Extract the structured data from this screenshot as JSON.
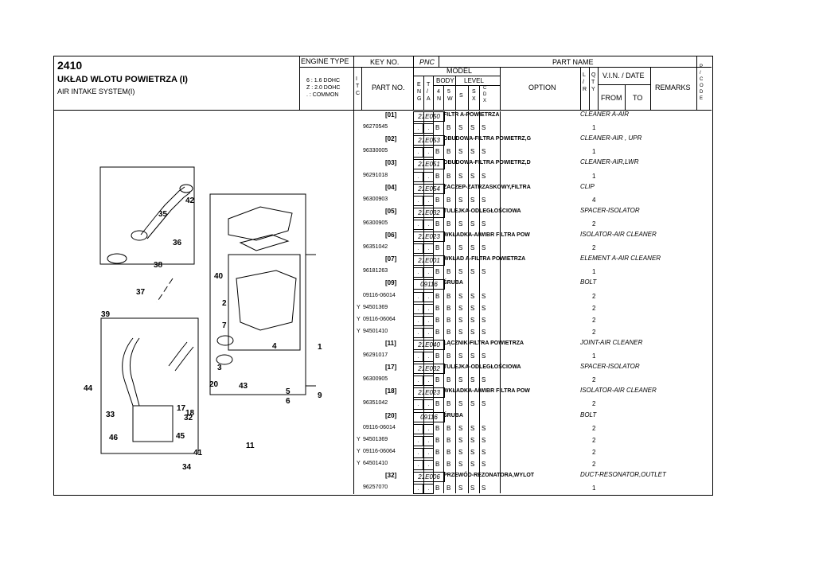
{
  "header": {
    "code": "2410",
    "title_pl": "UKŁAD WLOTU POWIETRZA (I)",
    "title_en": "AIR INTAKE SYSTEM(I)",
    "engine_type_label": "ENGINE TYPE",
    "engine_lines": [
      "6 : 1.6 DOHC",
      "Z : 2.0 DOHC",
      ". : COMMON"
    ]
  },
  "table_header": {
    "key_no": "KEY NO.",
    "pnc": "PNC",
    "part_name": "PART NAME",
    "itc": "I T C",
    "part_no": "PART NO.",
    "model": "MODEL",
    "eng": "E N G",
    "ta": "T / A",
    "body": "BODY",
    "level": "LEVEL",
    "b4n": "4 N",
    "b5w": "5 W",
    "s": "S",
    "sx": "S X",
    "cdx": "C D X",
    "option": "OPTION",
    "lr": "L / R",
    "qty": "Q T Y",
    "vin_date": "V.I.N. / DATE",
    "from": "FROM",
    "to": "TO",
    "remarks": "REMARKS",
    "pcode": "P / C O D E"
  },
  "parts": [
    {
      "key": "[01]",
      "pnc": "21E050",
      "name": "FILTR A-POWIETRZA",
      "en": "CLEANER A-AIR",
      "rows": [
        {
          "itc": "",
          "partno": "96270545",
          "eng": ".",
          "ta": ".",
          "b4": "B",
          "b5": "B",
          "s": "S",
          "sx": "S",
          "cdx": "S",
          "qty": "1"
        }
      ]
    },
    {
      "key": "[02]",
      "pnc": "21E053",
      "name": "OBUDOWA-FILTRA POWIETRZ,G",
      "en": "CLEANER-AIR , UPR",
      "rows": [
        {
          "itc": "",
          "partno": "96330005",
          "eng": ".",
          "ta": ".",
          "b4": "B",
          "b5": "B",
          "s": "S",
          "sx": "S",
          "cdx": "S",
          "qty": "1"
        }
      ]
    },
    {
      "key": "[03]",
      "pnc": "21E051",
      "name": "OBUDOWA-FILTRA POWIETRZ,D",
      "en": "CLEANER-AIR,LWR",
      "rows": [
        {
          "itc": "",
          "partno": "96291018",
          "eng": ".",
          "ta": ".",
          "b4": "B",
          "b5": "B",
          "s": "S",
          "sx": "S",
          "cdx": "S",
          "qty": "1"
        }
      ]
    },
    {
      "key": "[04]",
      "pnc": "21E054",
      "name": "ZACZEP-ZATRZASKOWY,FILTRA",
      "en": "CLIP",
      "rows": [
        {
          "itc": "",
          "partno": "96300903",
          "eng": ".",
          "ta": ".",
          "b4": "B",
          "b5": "B",
          "s": "S",
          "sx": "S",
          "cdx": "S",
          "qty": "4"
        }
      ]
    },
    {
      "key": "[05]",
      "pnc": "21E032",
      "name": "TULEJKA-ODLEGŁOŚCIOWA",
      "en": "SPACER-ISOLATOR",
      "rows": [
        {
          "itc": "",
          "partno": "96300905",
          "eng": ".",
          "ta": ".",
          "b4": "B",
          "b5": "B",
          "s": "S",
          "sx": "S",
          "cdx": "S",
          "qty": "2"
        }
      ]
    },
    {
      "key": "[06]",
      "pnc": "21E023",
      "name": "WKŁADKA-A/WIBR FILTRA POW",
      "en": "ISOLATOR-AIR CLEANER",
      "rows": [
        {
          "itc": "",
          "partno": "96351042",
          "eng": ".",
          "ta": ".",
          "b4": "B",
          "b5": "B",
          "s": "S",
          "sx": "S",
          "cdx": "S",
          "qty": "2"
        }
      ]
    },
    {
      "key": "[07]",
      "pnc": "21E001",
      "name": "WKŁAD A-FILTRA POWIETRZA",
      "en": "ELEMENT A-AIR CLEANER",
      "rows": [
        {
          "itc": "",
          "partno": "96181263",
          "eng": ".",
          "ta": ".",
          "b4": "B",
          "b5": "B",
          "s": "S",
          "sx": "S",
          "cdx": "S",
          "qty": "1"
        }
      ]
    },
    {
      "key": "[09]",
      "pnc": "09116",
      "name": "ŚRUBA",
      "en": "BOLT",
      "rows": [
        {
          "itc": "",
          "partno": "09116-06014",
          "eng": ".",
          "ta": ".",
          "b4": "B",
          "b5": "B",
          "s": "S",
          "sx": "S",
          "cdx": "S",
          "qty": "2"
        },
        {
          "itc": "Y",
          "partno": "94501369",
          "eng": ".",
          "ta": ".",
          "b4": "B",
          "b5": "B",
          "s": "S",
          "sx": "S",
          "cdx": "S",
          "qty": "2"
        },
        {
          "itc": "Y",
          "partno": "09116-06064",
          "eng": ".",
          "ta": ".",
          "b4": "B",
          "b5": "B",
          "s": "S",
          "sx": "S",
          "cdx": "S",
          "qty": "2"
        },
        {
          "itc": "Y",
          "partno": "94501410",
          "eng": ".",
          "ta": ".",
          "b4": "B",
          "b5": "B",
          "s": "S",
          "sx": "S",
          "cdx": "S",
          "qty": "2"
        }
      ]
    },
    {
      "key": "[11]",
      "pnc": "21E040",
      "name": "ŁĄCZNIK-FILTRA POWIETRZA",
      "en": "JOINT-AIR CLEANER",
      "rows": [
        {
          "itc": "",
          "partno": "96291017",
          "eng": ".",
          "ta": ".",
          "b4": "B",
          "b5": "B",
          "s": "S",
          "sx": "S",
          "cdx": "S",
          "qty": "1"
        }
      ]
    },
    {
      "key": "[17]",
      "pnc": "21E032",
      "name": "TULEJKA-ODLEGŁOŚCIOWA",
      "en": "SPACER-ISOLATOR",
      "rows": [
        {
          "itc": "",
          "partno": "96300905",
          "eng": ".",
          "ta": ".",
          "b4": "B",
          "b5": "B",
          "s": "S",
          "sx": "S",
          "cdx": "S",
          "qty": "2"
        }
      ]
    },
    {
      "key": "[18]",
      "pnc": "21E023",
      "name": "WKŁADKA-A/WIBR FILTRA POW",
      "en": "ISOLATOR-AIR CLEANER",
      "rows": [
        {
          "itc": "",
          "partno": "96351042",
          "eng": ".",
          "ta": ".",
          "b4": "B",
          "b5": "B",
          "s": "S",
          "sx": "S",
          "cdx": "S",
          "qty": "2"
        }
      ]
    },
    {
      "key": "[20]",
      "pnc": "09116",
      "name": "ŚRUBA",
      "en": "BOLT",
      "rows": [
        {
          "itc": "",
          "partno": "09116-06014",
          "eng": ".",
          "ta": ".",
          "b4": "B",
          "b5": "B",
          "s": "S",
          "sx": "S",
          "cdx": "S",
          "qty": "2"
        },
        {
          "itc": "Y",
          "partno": "94501369",
          "eng": ".",
          "ta": ".",
          "b4": "B",
          "b5": "B",
          "s": "S",
          "sx": "S",
          "cdx": "S",
          "qty": "2"
        },
        {
          "itc": "Y",
          "partno": "09116-06064",
          "eng": ".",
          "ta": ".",
          "b4": "B",
          "b5": "B",
          "s": "S",
          "sx": "S",
          "cdx": "S",
          "qty": "2"
        },
        {
          "itc": "Y",
          "partno": "64501410",
          "eng": ".",
          "ta": ".",
          "b4": "B",
          "b5": "B",
          "s": "S",
          "sx": "S",
          "cdx": "S",
          "qty": "2"
        }
      ]
    },
    {
      "key": "[32]",
      "pnc": "21E006",
      "name": "PRZEWÓD-REZONATORA,WYLOT",
      "en": "DUCT-RESONATOR,OUTLET",
      "rows": [
        {
          "itc": "",
          "partno": "96257070",
          "eng": ".",
          "ta": ".",
          "b4": "B",
          "b5": "B",
          "s": "S",
          "sx": "S",
          "cdx": "S",
          "qty": "1"
        }
      ]
    }
  ],
  "diagram_labels": [
    "42",
    "35",
    "36",
    "38",
    "40",
    "37",
    "39",
    "2",
    "7",
    "4",
    "1",
    "3",
    "5",
    "6",
    "9",
    "20",
    "32",
    "46",
    "11",
    "41",
    "34",
    "44",
    "43",
    "17",
    "18",
    "33",
    "45"
  ]
}
